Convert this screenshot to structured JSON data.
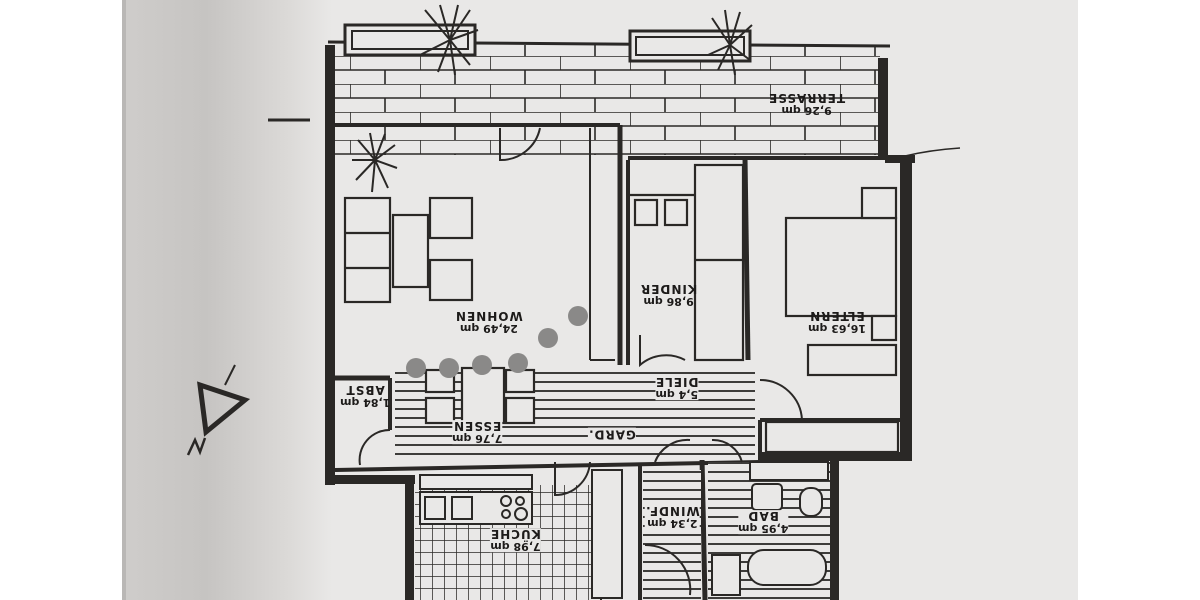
{
  "document": {
    "type": "floor-plan",
    "orientation": "upside-down",
    "paper_color": "#e9e8e7",
    "ink_color": "#2a2826"
  },
  "rooms": [
    {
      "id": "terrasse",
      "name": "TERRASSE",
      "area": "9,26 qm"
    },
    {
      "id": "wohnen",
      "name": "WOHNEN",
      "area": "24,49 qm"
    },
    {
      "id": "kinder",
      "name": "KINDER",
      "area": "9,86 qm"
    },
    {
      "id": "eltern",
      "name": "ELTERN",
      "area": "16,63 qm"
    },
    {
      "id": "diele",
      "name": "DIELE",
      "area": "5,4 qm"
    },
    {
      "id": "essen",
      "name": "ESSEN",
      "area": "7,76 qm"
    },
    {
      "id": "abst",
      "name": "ABST",
      "area": "1,84 qm"
    },
    {
      "id": "kueche",
      "name": "KÜCHE",
      "area": "7,98 qm"
    },
    {
      "id": "windf",
      "name": "WINDF.",
      "area": "2,34 qm"
    },
    {
      "id": "bad",
      "name": "BAD",
      "area": "4,95 qm"
    }
  ],
  "annotations": {
    "garderobe": "GARD.",
    "north_marker": "N"
  },
  "overlay": {
    "dots_count": 6,
    "dot_color": "#8a8988"
  }
}
